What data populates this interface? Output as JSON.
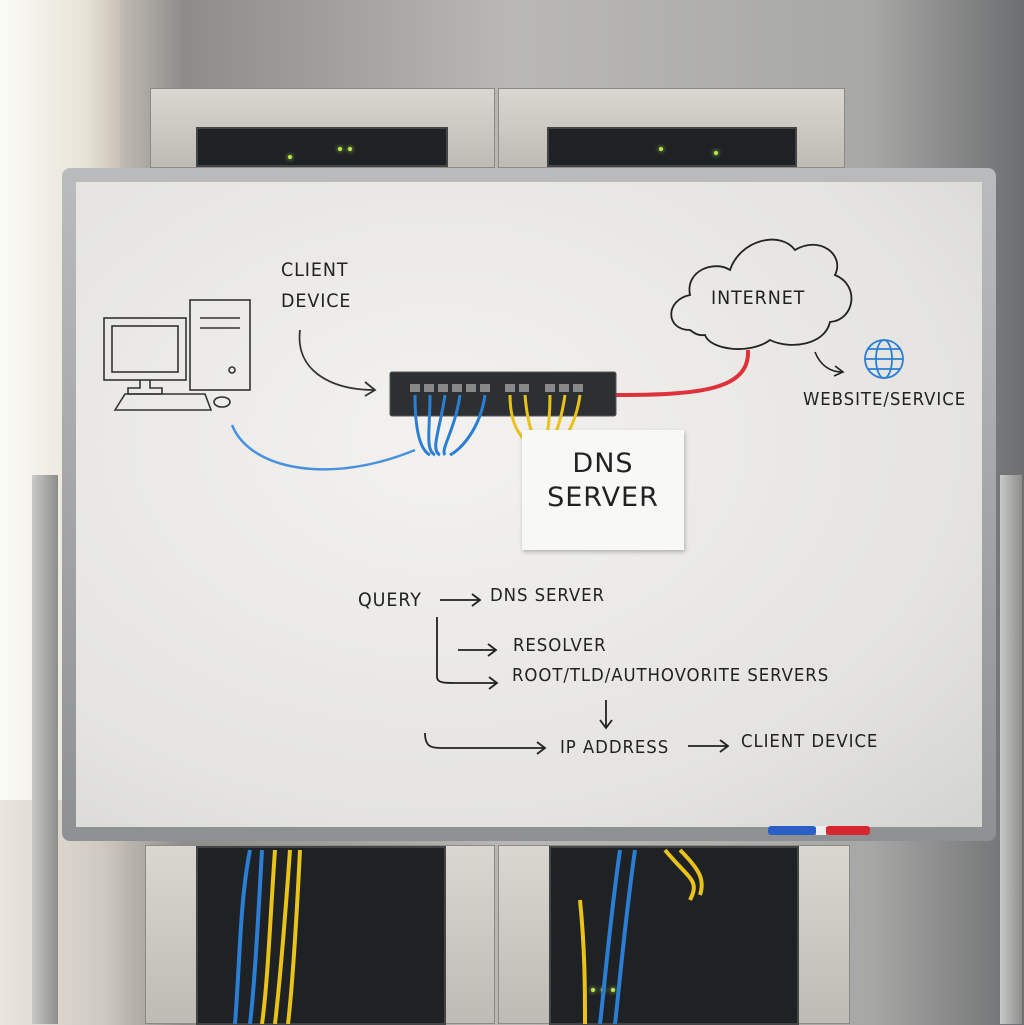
{
  "whiteboard": {
    "client_label": [
      "CLIENT",
      "DEVICE"
    ],
    "internet_label": "INTERNET",
    "website_label": "WEBSITE/SERVICE",
    "note": [
      "DNS",
      "SERVER"
    ],
    "flow": {
      "query": "QUERY",
      "dns_server": "DNS SERVER",
      "resolver": "RESOLVER",
      "root": "ROOT/TLD/AUTHOVORITE SERVERS",
      "ip": "IP ADDRESS",
      "client": "CLIENT DEVICE"
    }
  },
  "colors": {
    "blue_cable": "#2a7fd4",
    "yellow_cable": "#e9c21a",
    "red_line": "#e0303a",
    "blue_line": "#4a90e0"
  }
}
